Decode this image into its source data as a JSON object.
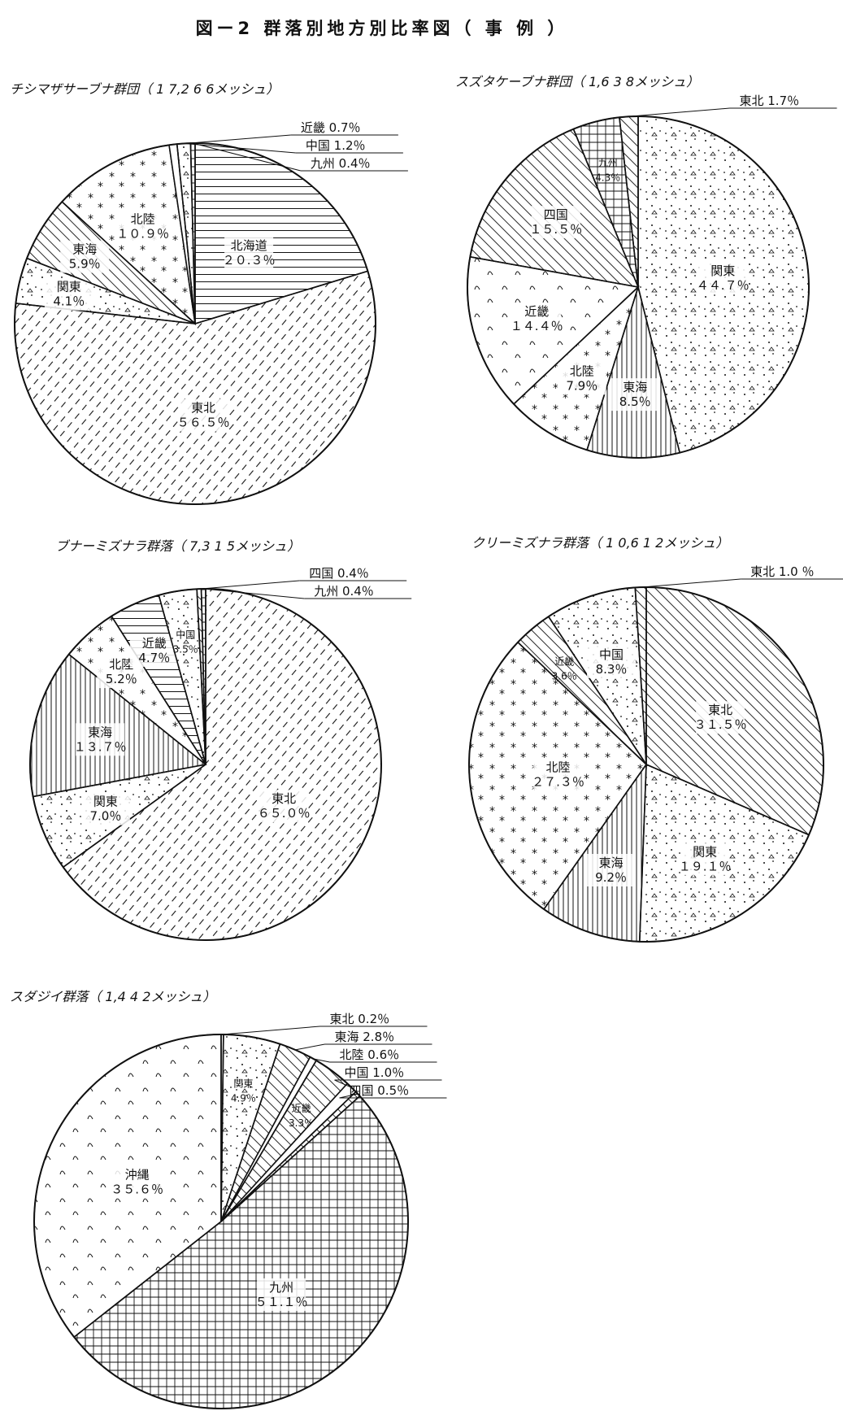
{
  "figure_title": "図ー2 群落別地方別比率図（ 事 例 ）",
  "chart_data": [
    {
      "type": "pie",
      "title": "チシマザサーブナ群団（ 1 7,2 6 6メッシュ）",
      "slices": [
        {
          "region": "北海道",
          "value": 20.3,
          "pct_label": "２０.３％",
          "pattern": "hlines"
        },
        {
          "region": "東北",
          "value": 56.5,
          "pct_label": "５６.５％",
          "pattern": "dashes"
        },
        {
          "region": "関東",
          "value": 4.1,
          "pct_label": "4.1％",
          "pattern": "dots"
        },
        {
          "region": "東海",
          "value": 5.9,
          "pct_label": "5.9％",
          "pattern": "diag"
        },
        {
          "region": "北陸",
          "value": 10.9,
          "pct_label": "１０.９％",
          "pattern": "stars"
        },
        {
          "region": "近畿",
          "value": 0.7,
          "pct_label": "0.7％",
          "pattern": "plain"
        },
        {
          "region": "中国",
          "value": 1.2,
          "pct_label": "1.2％",
          "pattern": "dots"
        },
        {
          "region": "九州",
          "value": 0.4,
          "pct_label": "0.4％",
          "pattern": "grid"
        }
      ]
    },
    {
      "type": "pie",
      "title": "スズタケーブナ群団（ 1,6 3 8メッシュ）",
      "slices": [
        {
          "region": "関東",
          "value": 44.7,
          "pct_label": "４４.７％",
          "pattern": "dots"
        },
        {
          "region": "東海",
          "value": 8.5,
          "pct_label": "8.5％",
          "pattern": "vlines"
        },
        {
          "region": "北陸",
          "value": 7.9,
          "pct_label": "7.9％",
          "pattern": "stars"
        },
        {
          "region": "近畿",
          "value": 14.4,
          "pct_label": "１４.４％",
          "pattern": "arcs"
        },
        {
          "region": "四国",
          "value": 15.5,
          "pct_label": "１５.５％",
          "pattern": "diag"
        },
        {
          "region": "九州",
          "value": 4.3,
          "pct_label": "4.3％",
          "pattern": "grid"
        },
        {
          "region": "東北",
          "value": 1.7,
          "pct_label": "1.7％",
          "pattern": "diag"
        }
      ]
    },
    {
      "type": "pie",
      "title": "ブナーミズナラ群落（ 7,3 1 5メッシュ）",
      "slices": [
        {
          "region": "東北",
          "value": 65.0,
          "pct_label": "６５.０％",
          "pattern": "dashes"
        },
        {
          "region": "関東",
          "value": 7.0,
          "pct_label": "7.0％",
          "pattern": "dots"
        },
        {
          "region": "東海",
          "value": 13.7,
          "pct_label": "１３.７％",
          "pattern": "vlines"
        },
        {
          "region": "北陸",
          "value": 5.2,
          "pct_label": "5.2％",
          "pattern": "stars"
        },
        {
          "region": "近畿",
          "value": 4.7,
          "pct_label": "4.7％",
          "pattern": "hlines"
        },
        {
          "region": "中国",
          "value": 3.5,
          "pct_label": "3.5％",
          "pattern": "dots"
        },
        {
          "region": "四国",
          "value": 0.4,
          "pct_label": "0.4％",
          "pattern": "diag"
        },
        {
          "region": "九州",
          "value": 0.4,
          "pct_label": "0.4％",
          "pattern": "grid"
        }
      ]
    },
    {
      "type": "pie",
      "title": "クリーミズナラ群落（ 1 0,6 1 2メッシュ）",
      "slices": [
        {
          "region": "東北",
          "value": 31.5,
          "pct_label": "３１.５％",
          "pattern": "diag"
        },
        {
          "region": "関東",
          "value": 19.1,
          "pct_label": "１９.１％",
          "pattern": "dots"
        },
        {
          "region": "東海",
          "value": 9.2,
          "pct_label": "9.2％",
          "pattern": "vlines"
        },
        {
          "region": "北陸",
          "value": 27.3,
          "pct_label": "２７.３％",
          "pattern": "stars"
        },
        {
          "region": "近畿",
          "value": 3.6,
          "pct_label": "3.6％",
          "pattern": "diag"
        },
        {
          "region": "中国",
          "value": 8.3,
          "pct_label": "8.3％",
          "pattern": "dots"
        },
        {
          "region": "東北",
          "value": 1.0,
          "pct_label": "1.0 ％",
          "pattern": "diag"
        }
      ]
    },
    {
      "type": "pie",
      "title": "スダジイ群落（ 1,4 4 2メッシュ）",
      "slices": [
        {
          "region": "東北",
          "value": 0.2,
          "pct_label": "0.2％",
          "pattern": "plain"
        },
        {
          "region": "関東",
          "value": 4.9,
          "pct_label": "4.9％",
          "pattern": "dots"
        },
        {
          "region": "東海",
          "value": 2.8,
          "pct_label": "2.8％",
          "pattern": "diag"
        },
        {
          "region": "北陸",
          "value": 0.6,
          "pct_label": "0.6％",
          "pattern": "plain"
        },
        {
          "region": "近畿",
          "value": 3.3,
          "pct_label": "3.3％",
          "pattern": "diag"
        },
        {
          "region": "中国",
          "value": 1.0,
          "pct_label": "1.0％",
          "pattern": "plain"
        },
        {
          "region": "四国",
          "value": 0.5,
          "pct_label": "0.5％",
          "pattern": "diag"
        },
        {
          "region": "九州",
          "value": 51.1,
          "pct_label": "５１.１％",
          "pattern": "grid"
        },
        {
          "region": "沖縄",
          "value": 35.6,
          "pct_label": "３５.６％",
          "pattern": "arcs"
        }
      ]
    }
  ]
}
